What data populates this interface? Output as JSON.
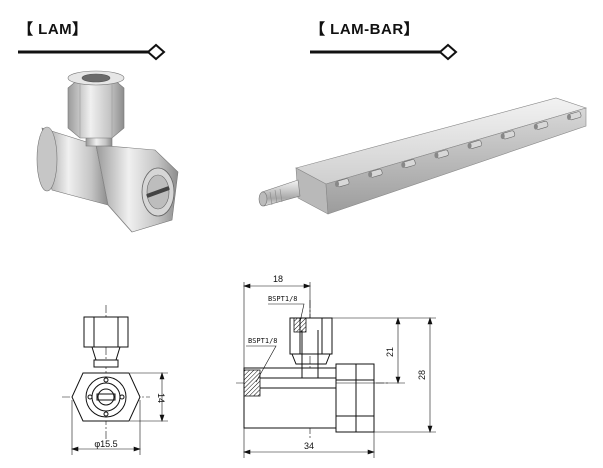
{
  "sections": {
    "lam_title": "【 LAM】",
    "lambar_title": "【 LAM-BAR】"
  },
  "dimensions": {
    "diameter": "φ15.5",
    "hex_height": "14",
    "top_width": "18",
    "thread_top": "BSPT1/8",
    "thread_side": "BSPT1/8",
    "height_21": "21",
    "height_28": "28",
    "length_34": "34"
  },
  "colors": {
    "steel_light": "#e8e8e8",
    "steel_mid": "#b8b8b8",
    "steel_dark": "#8a8a8a",
    "line": "#111111"
  }
}
